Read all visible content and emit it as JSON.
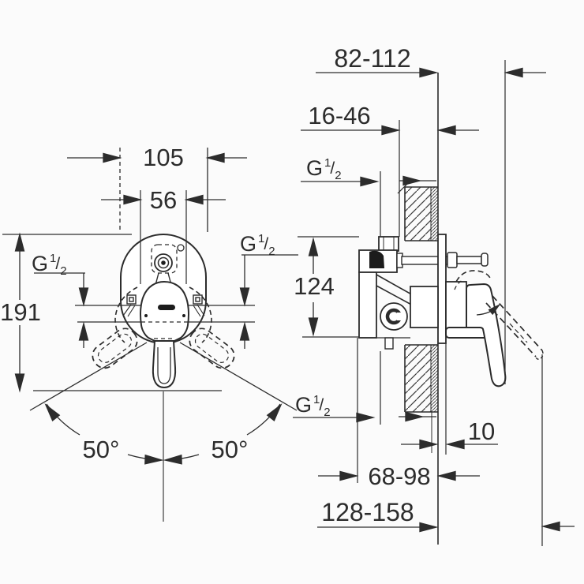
{
  "figure": {
    "type": "technical installation drawing",
    "subject": "concealed single-lever shower mixer - front view and wall section side view",
    "background_color": "#fbfbfb",
    "line_color": "#2c2c2c"
  },
  "front_view": {
    "dim_plate_width": "105",
    "dim_cartridge_width": "56",
    "dim_height": "191",
    "swing_angle_left": "50°",
    "swing_angle_right": "50°"
  },
  "side_view": {
    "dim_handle_protrusion": "82-112",
    "dim_rough_in_depth": "16-46",
    "dim_connection_spacing": "124",
    "dim_plate_offset": "10",
    "dim_body_depth": "68-98",
    "dim_max_protrusion": "128-158"
  },
  "thread_size": {
    "g": "G",
    "sup": "1",
    "slash": "/",
    "sub": "2"
  }
}
